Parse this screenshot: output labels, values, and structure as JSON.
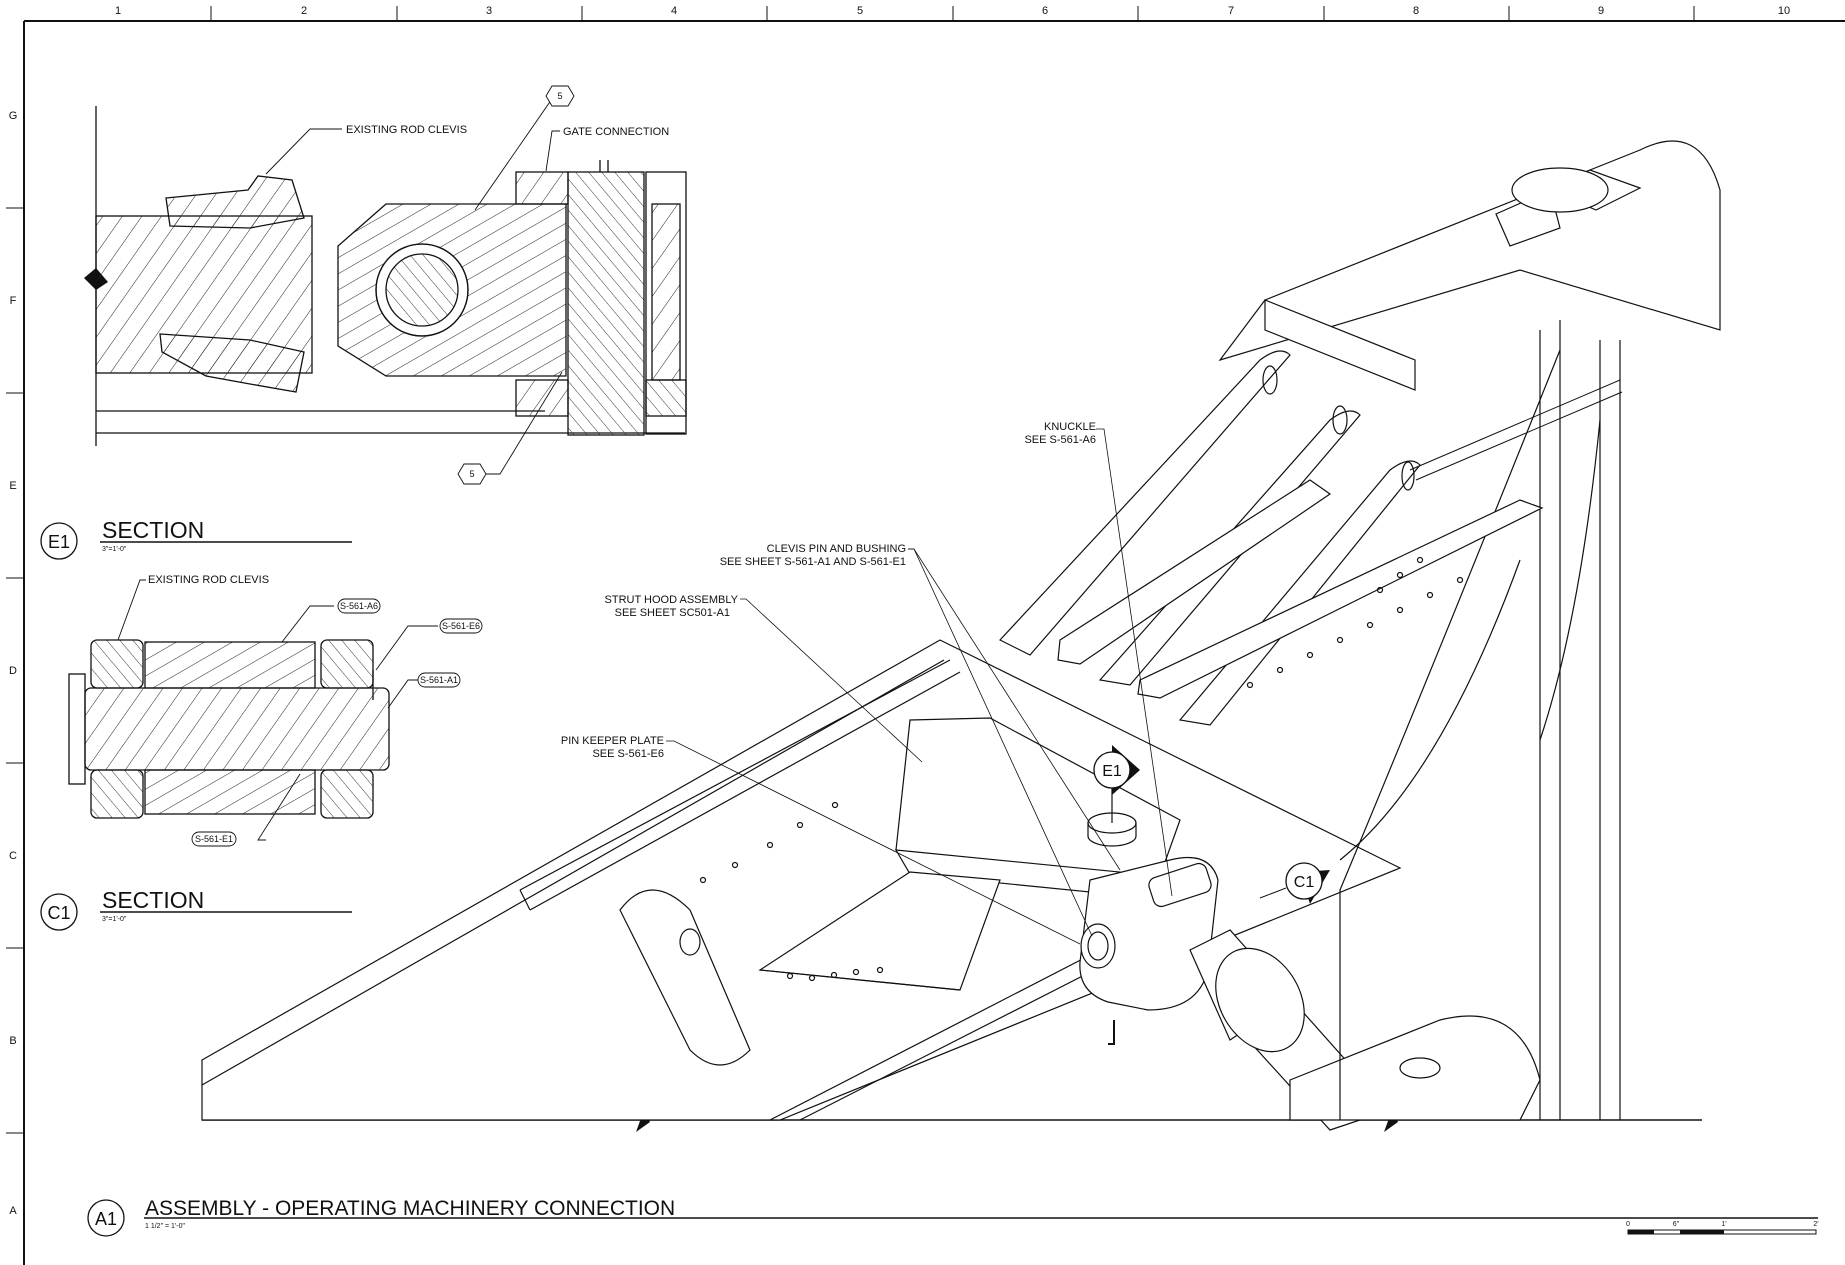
{
  "grid": {
    "columns": [
      "1",
      "2",
      "3",
      "4",
      "5",
      "6",
      "7",
      "8",
      "9",
      "10"
    ],
    "rows": [
      "G",
      "F",
      "E",
      "D",
      "C",
      "B",
      "A"
    ]
  },
  "views": {
    "e1": {
      "bubble": "E1",
      "title": "SECTION",
      "scale": "3\"=1'-0\""
    },
    "c1": {
      "bubble": "C1",
      "title": "SECTION",
      "scale": "3\"=1'-0\""
    },
    "a1": {
      "bubble": "A1",
      "title": "ASSEMBLY - OPERATING MACHINERY CONNECTION",
      "scale": "1 1/2\" = 1'-0\""
    }
  },
  "notes": {
    "existing_rod_clevis_e1": "EXISTING ROD CLEVIS",
    "gate_connection": "GATE CONNECTION",
    "tag_5_top": "5",
    "tag_5_bottom": "5",
    "existing_rod_clevis_c1": "EXISTING ROD CLEVIS",
    "tag_a6": "S-561-A6",
    "tag_e6": "S-561-E6",
    "tag_a1": "S-561-A1",
    "tag_e1": "S-561-E1",
    "knuckle_1": "KNUCKLE",
    "knuckle_2": "SEE S-561-A6",
    "clevis_pin_1": "CLEVIS PIN AND BUSHING",
    "clevis_pin_2": "SEE SHEET S-561-A1 AND S-561-E1",
    "strut_hood_1": "STRUT HOOD ASSEMBLY",
    "strut_hood_2": "SEE SHEET SC501-A1",
    "pin_keeper_1": "PIN KEEPER PLATE",
    "pin_keeper_2": "SEE S-561-E6"
  },
  "section_markers": {
    "e1": "E1",
    "c1": "C1"
  },
  "scale_bar": {
    "labels": [
      "0",
      "6\"",
      "1'",
      "2'"
    ]
  }
}
